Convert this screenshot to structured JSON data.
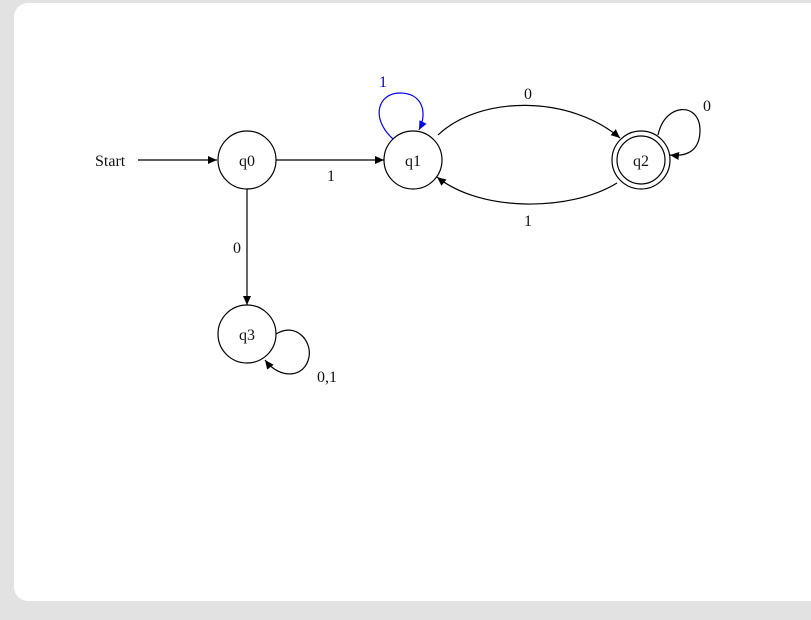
{
  "diagram": {
    "start_label": "Start",
    "states": {
      "q0": "q0",
      "q1": "q1",
      "q2": "q2",
      "q3": "q3"
    },
    "accepting_state": "q2",
    "transitions": {
      "q0_q1": "1",
      "q0_q3": "0",
      "q1_q1": "1",
      "q1_q2": "0",
      "q2_q1": "1",
      "q2_q2": "0",
      "q3_q3": "0,1"
    },
    "colors": {
      "highlight": "#0000ee",
      "stroke": "#000000",
      "background": "#e2e2e2",
      "card": "#ffffff"
    }
  }
}
